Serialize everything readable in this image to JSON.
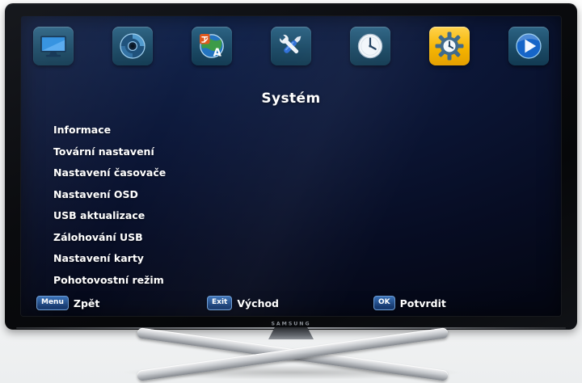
{
  "page": {
    "title": "Systém"
  },
  "tabs": [
    {
      "name": "display",
      "icon": "monitor-icon",
      "selected": false
    },
    {
      "name": "disc",
      "icon": "disc-icon",
      "selected": false
    },
    {
      "name": "language",
      "icon": "globe-language-icon",
      "selected": false
    },
    {
      "name": "tools",
      "icon": "tools-icon",
      "selected": false
    },
    {
      "name": "time",
      "icon": "clock-icon",
      "selected": false
    },
    {
      "name": "system",
      "icon": "gear-timer-icon",
      "selected": true
    },
    {
      "name": "media",
      "icon": "play-icon",
      "selected": false
    }
  ],
  "menu": {
    "items": [
      "Informace",
      "Tovární nastavení",
      "Nastavení časovače",
      "Nastavení OSD",
      "USB aktualizace",
      "Zálohování USB",
      "Nastavení karty",
      "Pohotovostní režim"
    ]
  },
  "footer": {
    "hints": [
      {
        "key": "Menu",
        "label": "Zpět"
      },
      {
        "key": "Exit",
        "label": "Východ"
      },
      {
        "key": "OK",
        "label": "Potvrdit"
      }
    ]
  },
  "brand": {
    "logo": "SAMSUNG"
  },
  "colors": {
    "selected_tab": "#f5b400",
    "tab_tile": "#1b4a66",
    "screen_bg": "#0c1738",
    "text": "#ffffff",
    "badge_bg": "#173a6f"
  }
}
